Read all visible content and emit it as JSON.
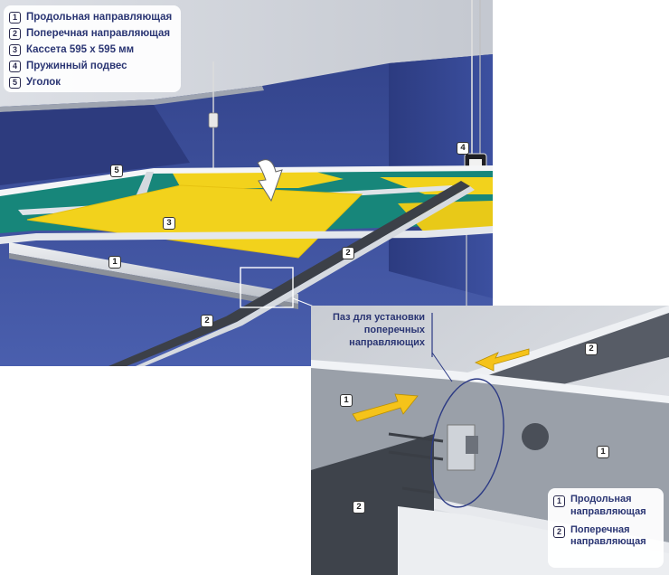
{
  "legend": {
    "items": [
      {
        "n": "1",
        "label": "Продольная направляющая"
      },
      {
        "n": "2",
        "label": "Поперечная направляющая"
      },
      {
        "n": "3",
        "label": "Кассета 595 x 595 мм"
      },
      {
        "n": "4",
        "label": "Пружинный подвес"
      },
      {
        "n": "5",
        "label": "Уголок"
      }
    ]
  },
  "markers": {
    "m1": "1",
    "m2a": "2",
    "m2b": "2",
    "m3": "3",
    "m4": "4",
    "m5": "5",
    "z1a": "1",
    "z1b": "1",
    "z2a": "2",
    "z2b": "2"
  },
  "callout": {
    "line1": "Паз для установки",
    "line2": "поперечных",
    "line3": "направляющих"
  },
  "detail_legend": {
    "item1": {
      "n": "1",
      "line1": "Продольная",
      "line2": "направляющая"
    },
    "item2": {
      "n": "2",
      "line1": "Поперечная",
      "line2": "направляющая"
    }
  },
  "colors": {
    "wall_blue": "#3b4f98",
    "ceiling": "#cfd3db",
    "panel_yellow": "#f2d21c",
    "panel_teal": "#17867a",
    "rail_light": "#dfe3e8",
    "rail_dark": "#4a4f58",
    "arrow_yellow": "#f5c31a"
  }
}
